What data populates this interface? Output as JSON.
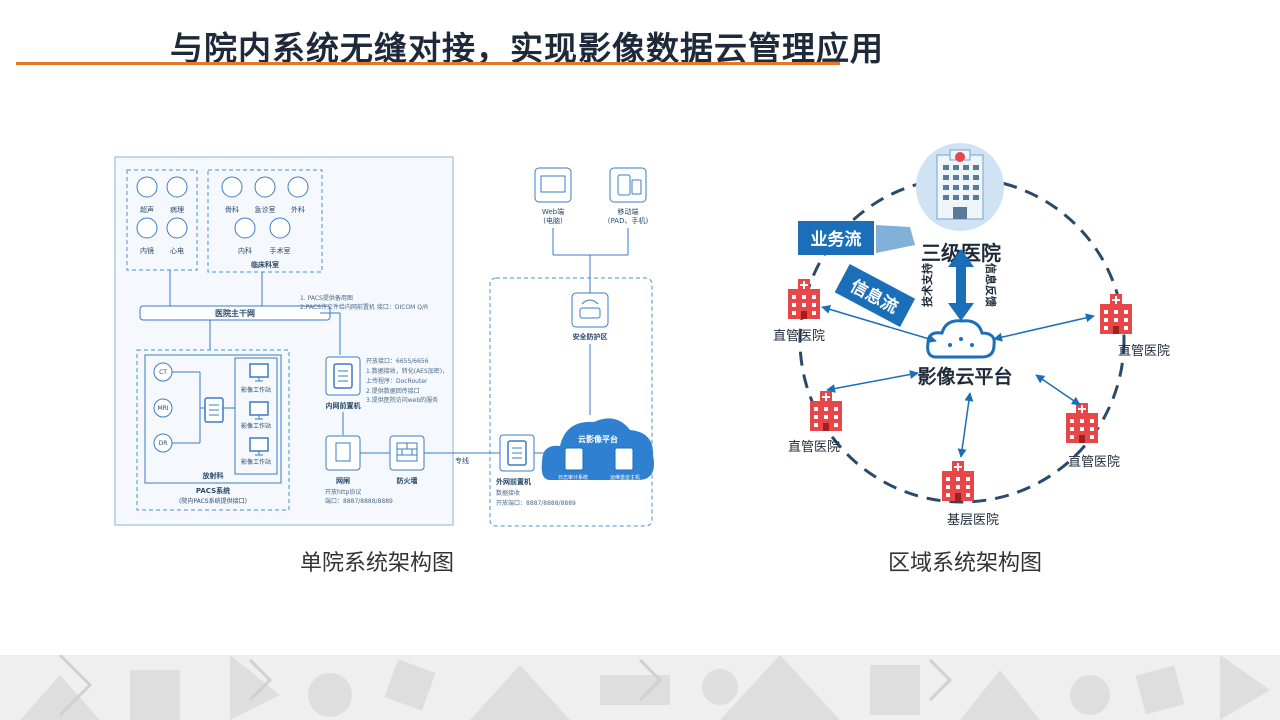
{
  "title": "与院内系统无缝对接，实现影像数据云管理应用",
  "left": {
    "caption": "单院系统架构图",
    "departments": [
      "超声",
      "病理",
      "内镜",
      "心电"
    ],
    "clinical": [
      "骨科",
      "急诊室",
      "外科",
      "内科",
      "手术室"
    ],
    "clinical_label": "临床科室",
    "backbone": "医院主干网",
    "pacs_notes": [
      "1. PACS提供备用图",
      "2.PACS传文件给内网前置机  接口：DICOM Q/R"
    ],
    "modalities": [
      "CT",
      "MRI",
      "DR"
    ],
    "workstation": "影像工作站",
    "radiology": "放射科",
    "pacs": "PACS系统",
    "pacs_sub": "(院内PACS系统提供接口)",
    "inner_server": "内网前置机",
    "inner_notes": [
      "开放接口：6655/6656",
      "1.数据接收，转化(AES加密)，",
      "  上传程序：DocRouter",
      "2.提供数据回传接口",
      "3.提供医院访问web的服务"
    ],
    "gateway": "网闸",
    "gateway_notes": [
      "开放http协议",
      "端口：8887/8888/8889"
    ],
    "firewall": "防火墙",
    "line": "专线",
    "outer_server": "外网前置机",
    "outer_notes": [
      "数据接收",
      "开放端口：8887/8888/8889"
    ],
    "web": "Web端",
    "web_sub": "(电脑)",
    "mobile": "移动端",
    "mobile_sub": "(PAD、手机)",
    "security": "安全防护区",
    "cloud": "云影像平台",
    "audit": "日志审计系统",
    "ops": "运维堡垒主机"
  },
  "right": {
    "caption": "区域系统架构图",
    "top_hospital": "三级医院",
    "platform": "影像云平台",
    "business": "业务流",
    "info": "信息流",
    "tech": "技术支持",
    "feedback": "信息反馈",
    "direct": "直管医院",
    "grassroots": "基层医院"
  },
  "colors": {
    "accent": "#e8752a",
    "blue": "#1a6fb8",
    "light": "#4a90d9",
    "red": "#e8474a"
  }
}
